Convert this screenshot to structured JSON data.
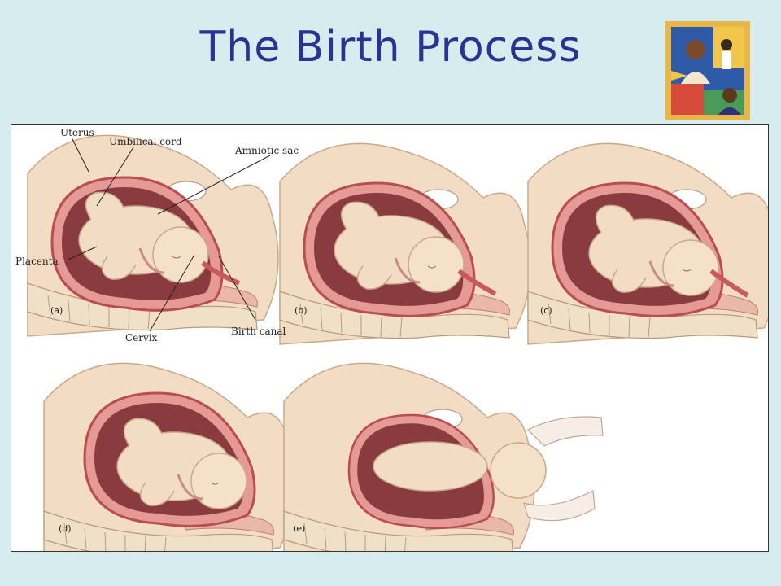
{
  "slide": {
    "title": "The Birth Process"
  },
  "labels": {
    "uterus": "Uterus",
    "umbilical_cord": "Umbilical cord",
    "amniotic_sac": "Amniotic sac",
    "placenta": "Placenta",
    "cervix": "Cervix",
    "birth_canal": "Birth canal"
  },
  "stages": [
    {
      "label": "(a)"
    },
    {
      "label": "(b)"
    },
    {
      "label": "(c)"
    },
    {
      "label": "(d)"
    },
    {
      "label": "(e)"
    }
  ],
  "colors": {
    "background": "#d6ecef",
    "title": "#2d3192",
    "skin": "#f3dcc4",
    "tissue": "#e59a96",
    "uterus_wall": "#c85a5e",
    "spine": "#f0e0c8",
    "frame": "#e9b64a"
  }
}
